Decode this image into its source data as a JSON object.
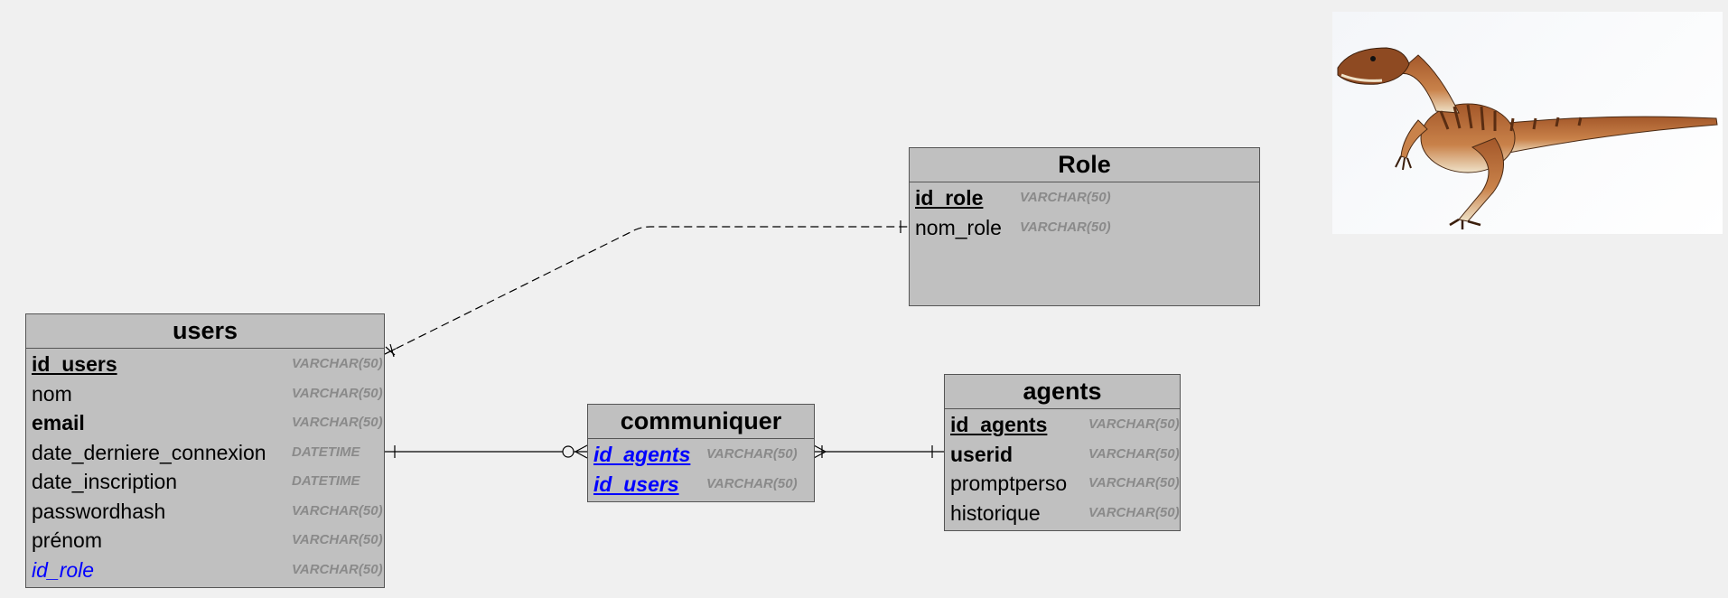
{
  "entities": {
    "users": {
      "title": "users",
      "attributes": [
        {
          "name": "id_users",
          "type": "VARCHAR(50)",
          "style": "pk"
        },
        {
          "name": "nom",
          "type": "VARCHAR(50)",
          "style": "normal"
        },
        {
          "name": "email",
          "type": "VARCHAR(50)",
          "style": "strong"
        },
        {
          "name": "date_derniere_connexion",
          "type": "DATETIME",
          "style": "normal"
        },
        {
          "name": "date_inscription",
          "type": "DATETIME",
          "style": "normal"
        },
        {
          "name": "passwordhash",
          "type": "VARCHAR(50)",
          "style": "normal"
        },
        {
          "name": "prénom",
          "type": "VARCHAR(50)",
          "style": "normal"
        },
        {
          "name": "id_role",
          "type": "VARCHAR(50)",
          "style": "fk"
        }
      ]
    },
    "role": {
      "title": "Role",
      "attributes": [
        {
          "name": "id_role",
          "type": "VARCHAR(50)",
          "style": "pk"
        },
        {
          "name": "nom_role",
          "type": "VARCHAR(50)",
          "style": "normal"
        }
      ]
    },
    "communiquer": {
      "title": "communiquer",
      "attributes": [
        {
          "name": "id_agents",
          "type": "VARCHAR(50)",
          "style": "pkfk"
        },
        {
          "name": "id_users",
          "type": "VARCHAR(50)",
          "style": "pkfk"
        }
      ]
    },
    "agents": {
      "title": "agents",
      "attributes": [
        {
          "name": "id_agents",
          "type": "VARCHAR(50)",
          "style": "pk"
        },
        {
          "name": "userid",
          "type": "VARCHAR(50)",
          "style": "strong"
        },
        {
          "name": "promptperso",
          "type": "VARCHAR(50)",
          "style": "normal"
        },
        {
          "name": "historique",
          "type": "VARCHAR(50)",
          "style": "normal"
        }
      ]
    }
  },
  "image": {
    "subject": "velociraptor-illustration"
  }
}
